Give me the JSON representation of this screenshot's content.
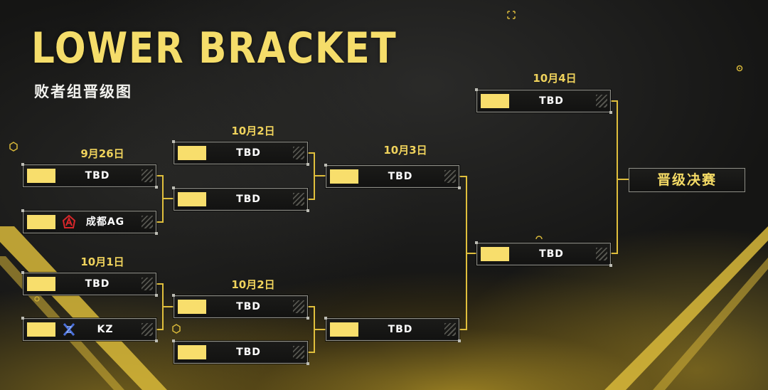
{
  "header": {
    "title": "LOWER BRACKET",
    "subtitle": "败者组晋级图"
  },
  "dates": {
    "r1_top": "9月26日",
    "r1_bottom": "10月1日",
    "r2_top": "10月2日",
    "r2_bottom": "10月2日",
    "r3": "10月3日",
    "r4": "10月4日"
  },
  "matches": {
    "r1_top": [
      "TBD",
      "成都AG"
    ],
    "r1_bottom": [
      "TBD",
      "KZ"
    ],
    "r2_top": [
      "TBD",
      "TBD"
    ],
    "r2_bottom": [
      "TBD",
      "TBD"
    ],
    "r3": [
      "TBD",
      "TBD"
    ],
    "r4": [
      "TBD",
      "TBD"
    ]
  },
  "team_logos": {
    "chengdu_ag": "ag-team-logo",
    "kz": "kz-team-logo"
  },
  "final": {
    "label": "晋级决赛"
  },
  "colors": {
    "accent": "#f8de6c",
    "background": "#151514",
    "connector": "#e0bf3c"
  }
}
